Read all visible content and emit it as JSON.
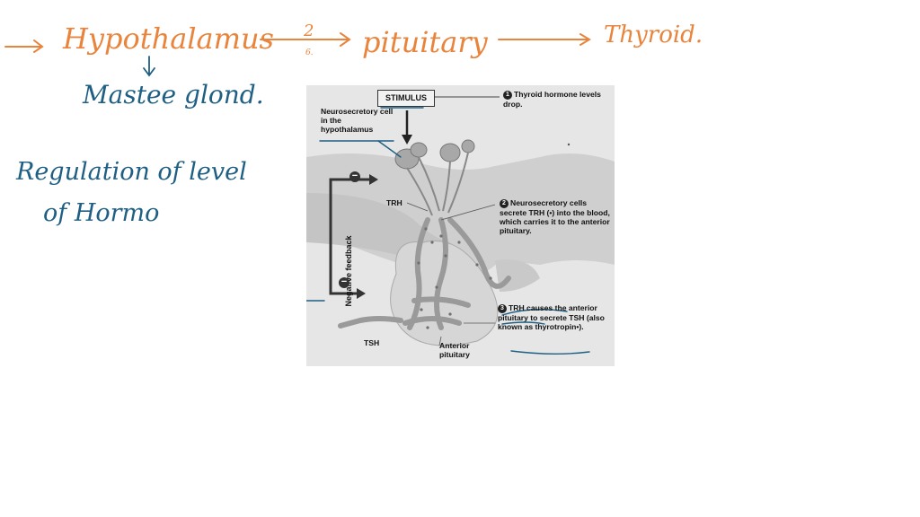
{
  "notes": {
    "hypothalamus": "Hypothalamus",
    "pituitary": "pituitary",
    "thyroid": "Thyroid.",
    "arrow_mark": "2",
    "arrow_sub": "6.",
    "master_gland": "Mastee glond.",
    "regulation_line1": "Regulation of level",
    "regulation_line2": "of Hormo"
  },
  "figure": {
    "stimulus": "STIMULUS",
    "step1_num": "1",
    "step1": "Thyroid hormone levels drop.",
    "neuro_label": "Neurosecretory cell in the hypothalamus",
    "trh": "TRH",
    "step2_num": "2",
    "step2": "Neurosecretory cells secrete TRH (•) into the blood, which carries it to the anterior pituitary.",
    "step3_num": "3",
    "step3": "TRH causes the anterior pituitary to secrete TSH (also known as thyrotropin•).",
    "negative_feedback": "Negative feedback",
    "minus_sign": "−",
    "tsh": "TSH",
    "anterior_pituitary": "Anterior pituitary"
  },
  "colors": {
    "orange_ink": "#e8843c",
    "blue_ink": "#1f5f84",
    "figure_bg": "#e6e6e6"
  }
}
